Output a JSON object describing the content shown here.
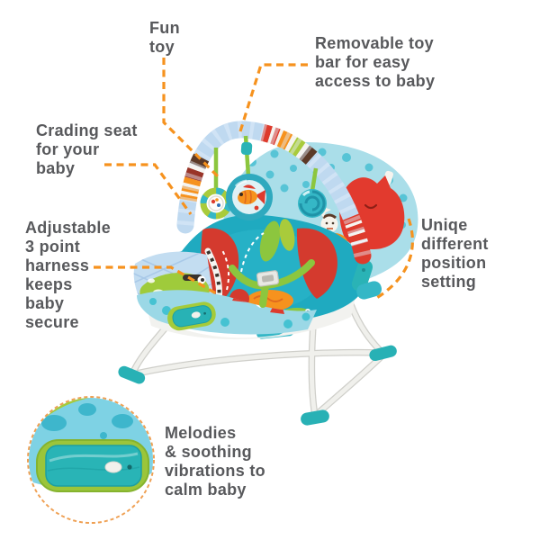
{
  "labels": {
    "fun_toy": "Fun\ntoy",
    "removable_toy_bar": "Removable toy\nbar for easy\naccess to baby",
    "crading_seat": "Crading seat\nfor your\nbaby",
    "adjustable_harness": "Adjustable\n3 point\nharness\nkeeps\nbaby\nsecure",
    "unique_position": "Uniqe\ndifferent\nposition\nsetting",
    "melodies": "Melodies\n& soothing\nvibrations to\ncalm baby"
  },
  "style": {
    "label_text_color": "#58595c",
    "leader_line_color": "#F6921E",
    "inset_ring_color": "#EFA053",
    "teal": "#2AB3B6",
    "seat_print_teal": "#1FAAC0",
    "backrest_blue": "#AADEE9",
    "bar_blue": "#BFD9F0",
    "lime": "#A9CB3B",
    "red": "#DD3B2D",
    "orange": "#F6921E",
    "brown": "#5C3A28",
    "frame_white": "#F0F0EC"
  },
  "scene": {
    "parts": [
      "toy-bar-arch",
      "hanging-rattle-ring-toy",
      "hanging-fish-toy",
      "hanging-teether-ring-toy",
      "seat-backrest-with-fox",
      "seat-pad-print",
      "harness-straps-buckle",
      "vibration-unit",
      "recline-knob",
      "metal-frame-legs",
      "inset-vibration-unit-closeup"
    ]
  }
}
